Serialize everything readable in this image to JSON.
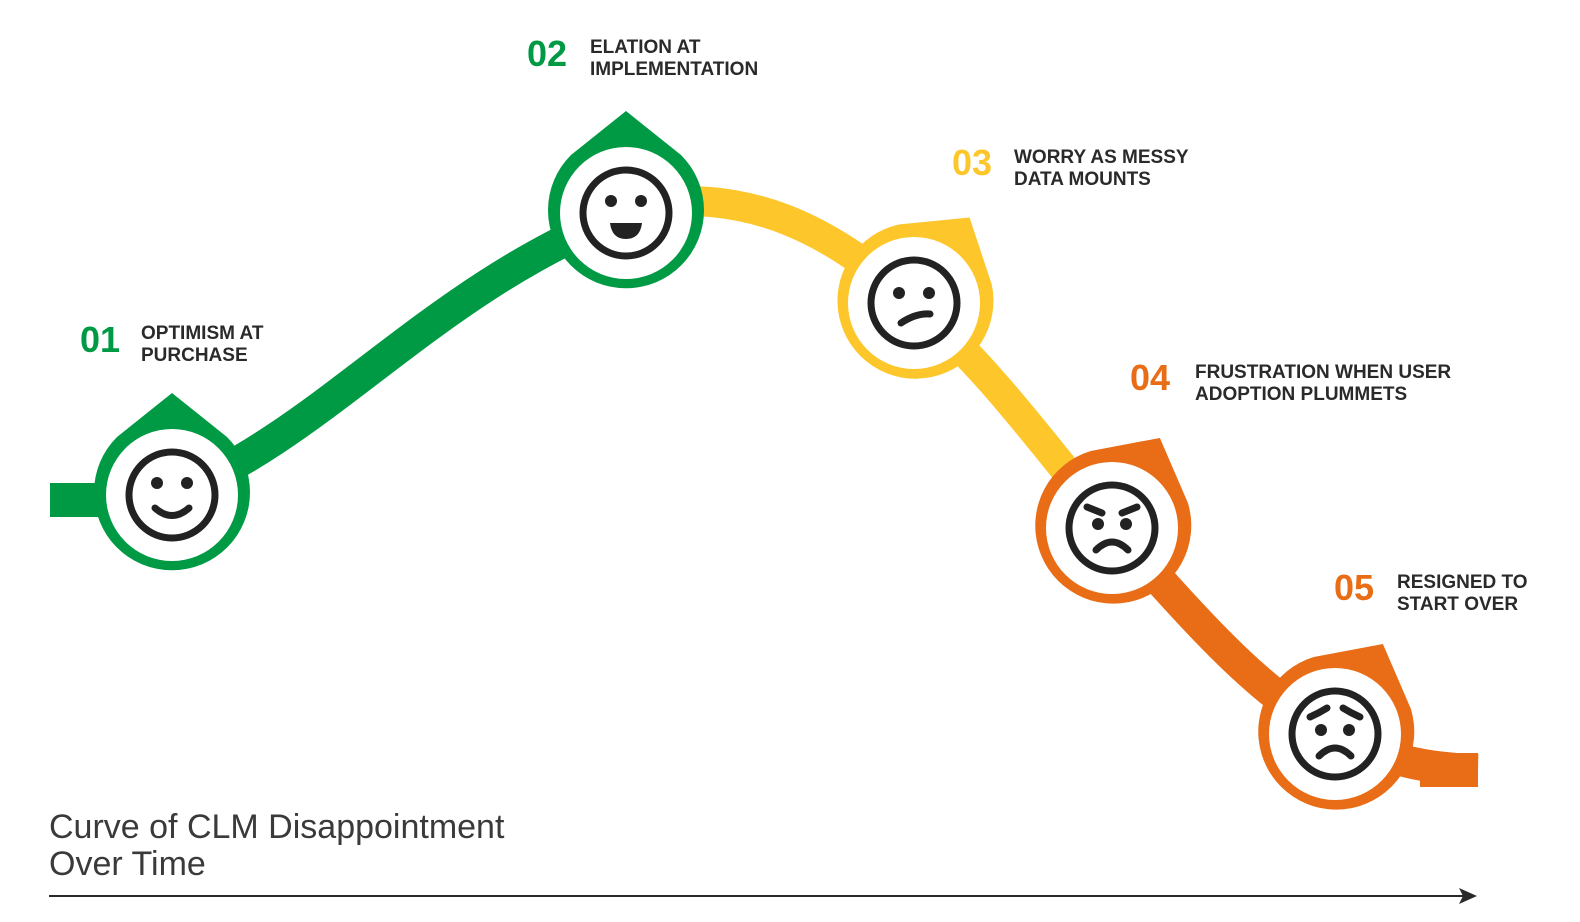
{
  "colors": {
    "green": "#009A44",
    "yellow": "#FDC62A",
    "orange": "#E96D16",
    "text": "#2a2a2a"
  },
  "title": {
    "line1": "Curve of CLM Disappointment",
    "line2": "Over Time"
  },
  "stages": [
    {
      "number": "01",
      "line1": "OPTIMISM AT",
      "line2": "PURCHASE",
      "icon": "smile-face-icon"
    },
    {
      "number": "02",
      "line1": "ELATION AT",
      "line2": "IMPLEMENTATION",
      "icon": "grin-face-icon"
    },
    {
      "number": "03",
      "line1": "WORRY AS MESSY",
      "line2": "DATA MOUNTS",
      "icon": "confused-face-icon"
    },
    {
      "number": "04",
      "line1": "FRUSTRATION WHEN USER",
      "line2": "ADOPTION PLUMMETS",
      "icon": "angry-face-icon"
    },
    {
      "number": "05",
      "line1": "RESIGNED TO",
      "line2": "START OVER",
      "icon": "worried-face-icon"
    }
  ]
}
